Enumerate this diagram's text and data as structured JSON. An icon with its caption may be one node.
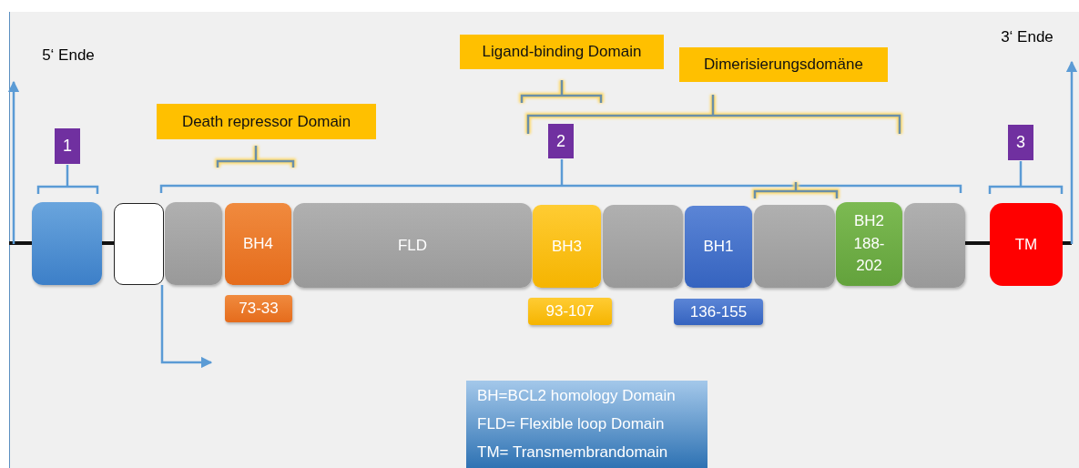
{
  "diagram": {
    "nodes": [
      {
        "text": [
          "5‘ Ende"
        ]
      },
      {
        "text": [
          "3‘ Ende"
        ]
      },
      {
        "text": [
          "Ligand-binding Domain"
        ]
      },
      {
        "text": [
          "Dimerisierungsdomäne"
        ]
      },
      {
        "text": [
          "Death repressor Domain"
        ]
      },
      {
        "text": [
          "1"
        ]
      },
      {
        "text": [
          "2"
        ]
      },
      {
        "text": [
          "3"
        ]
      },
      {
        "text": [],
        "shape": "box"
      },
      {
        "text": [],
        "shape": "box"
      },
      {
        "text": [],
        "shape": "box"
      },
      {
        "text": [
          "BH4"
        ]
      },
      {
        "text": [
          "FLD"
        ]
      },
      {
        "text": [
          "BH3"
        ]
      },
      {
        "text": [],
        "shape": "box"
      },
      {
        "text": [
          "BH1"
        ]
      },
      {
        "text": [],
        "shape": "box"
      },
      {
        "text": [
          "BH2",
          "188-202"
        ]
      },
      {
        "text": [],
        "shape": "box"
      },
      {
        "text": [
          "TM"
        ]
      },
      {
        "text": [
          "73-33"
        ]
      },
      {
        "text": [
          "93-107"
        ]
      },
      {
        "text": [
          "136-155"
        ]
      },
      {
        "text": [
          "BH=BCL2 homology Domain",
          "FLD= Flexible loop Domain",
          "TM= Transmembrandomain"
        ]
      }
    ],
    "edges": [
      {
        "from": 8,
        "to": 9,
        "arrow": "none"
      },
      {
        "from": 18,
        "to": 19,
        "arrow": "none"
      },
      {
        "from": 9,
        "to": null,
        "arrow": "to",
        "color": "#5b9bd5"
      }
    ]
  }
}
